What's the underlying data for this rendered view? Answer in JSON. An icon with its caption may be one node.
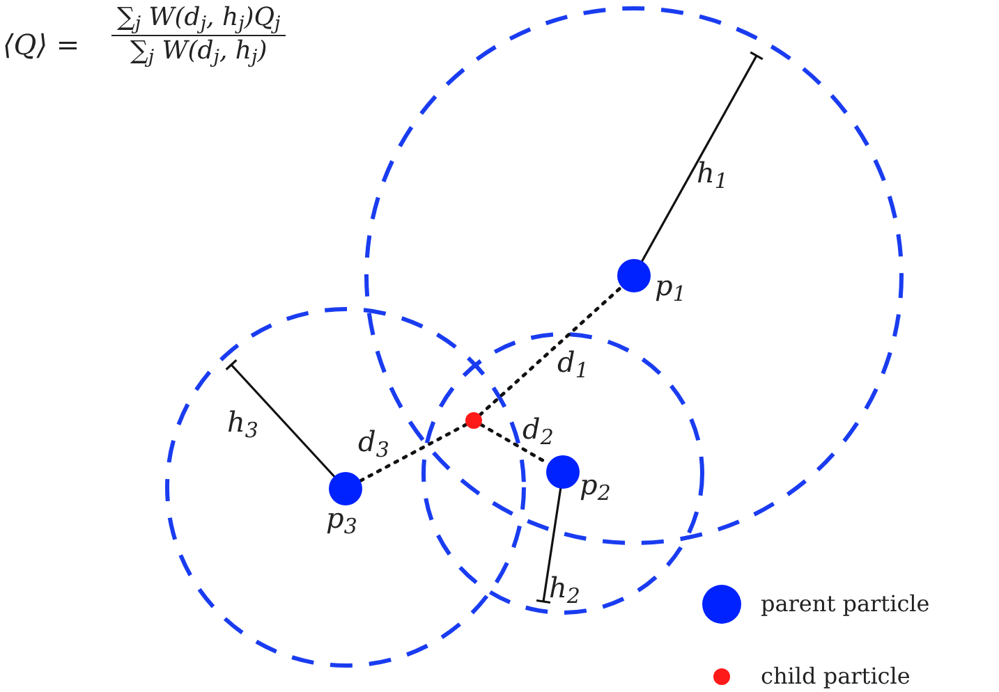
{
  "diagram": {
    "nodes": [
      {
        "text": [],
        "shape": "circle",
        "beside": [
          "p$_{1}$"
        ]
      },
      {
        "text": [],
        "shape": "circle",
        "beside": [
          "p$_{2}$"
        ]
      },
      {
        "text": [],
        "shape": "circle",
        "beside": [
          "p$_{3}$"
        ]
      },
      {
        "text": [],
        "shape": "circle"
      }
    ],
    "edges": [
      {
        "from": 3,
        "to": 0,
        "arrow": "none",
        "label": "d$_{1}$"
      },
      {
        "from": 3,
        "to": 1,
        "arrow": "none",
        "label": "d$_{2}$"
      },
      {
        "from": 3,
        "to": 2,
        "arrow": "none",
        "label": "d$_{3}$"
      }
    ],
    "labels": [
      "⟨Q⟩ =",
      "∑$_{j}$ W(d$_{j}$, h$_{j}$)Q$_{j}$",
      "∑$_{j}$ W(d$_{j}$, h$_{j}$)",
      "h$_{1}$",
      "h$_{2}$",
      "h$_{3}$"
    ],
    "legend": [
      {
        "text": "parent particle",
        "color": "#0022ff"
      },
      {
        "text": "child particle",
        "color": "#ff1a1a"
      }
    ]
  }
}
